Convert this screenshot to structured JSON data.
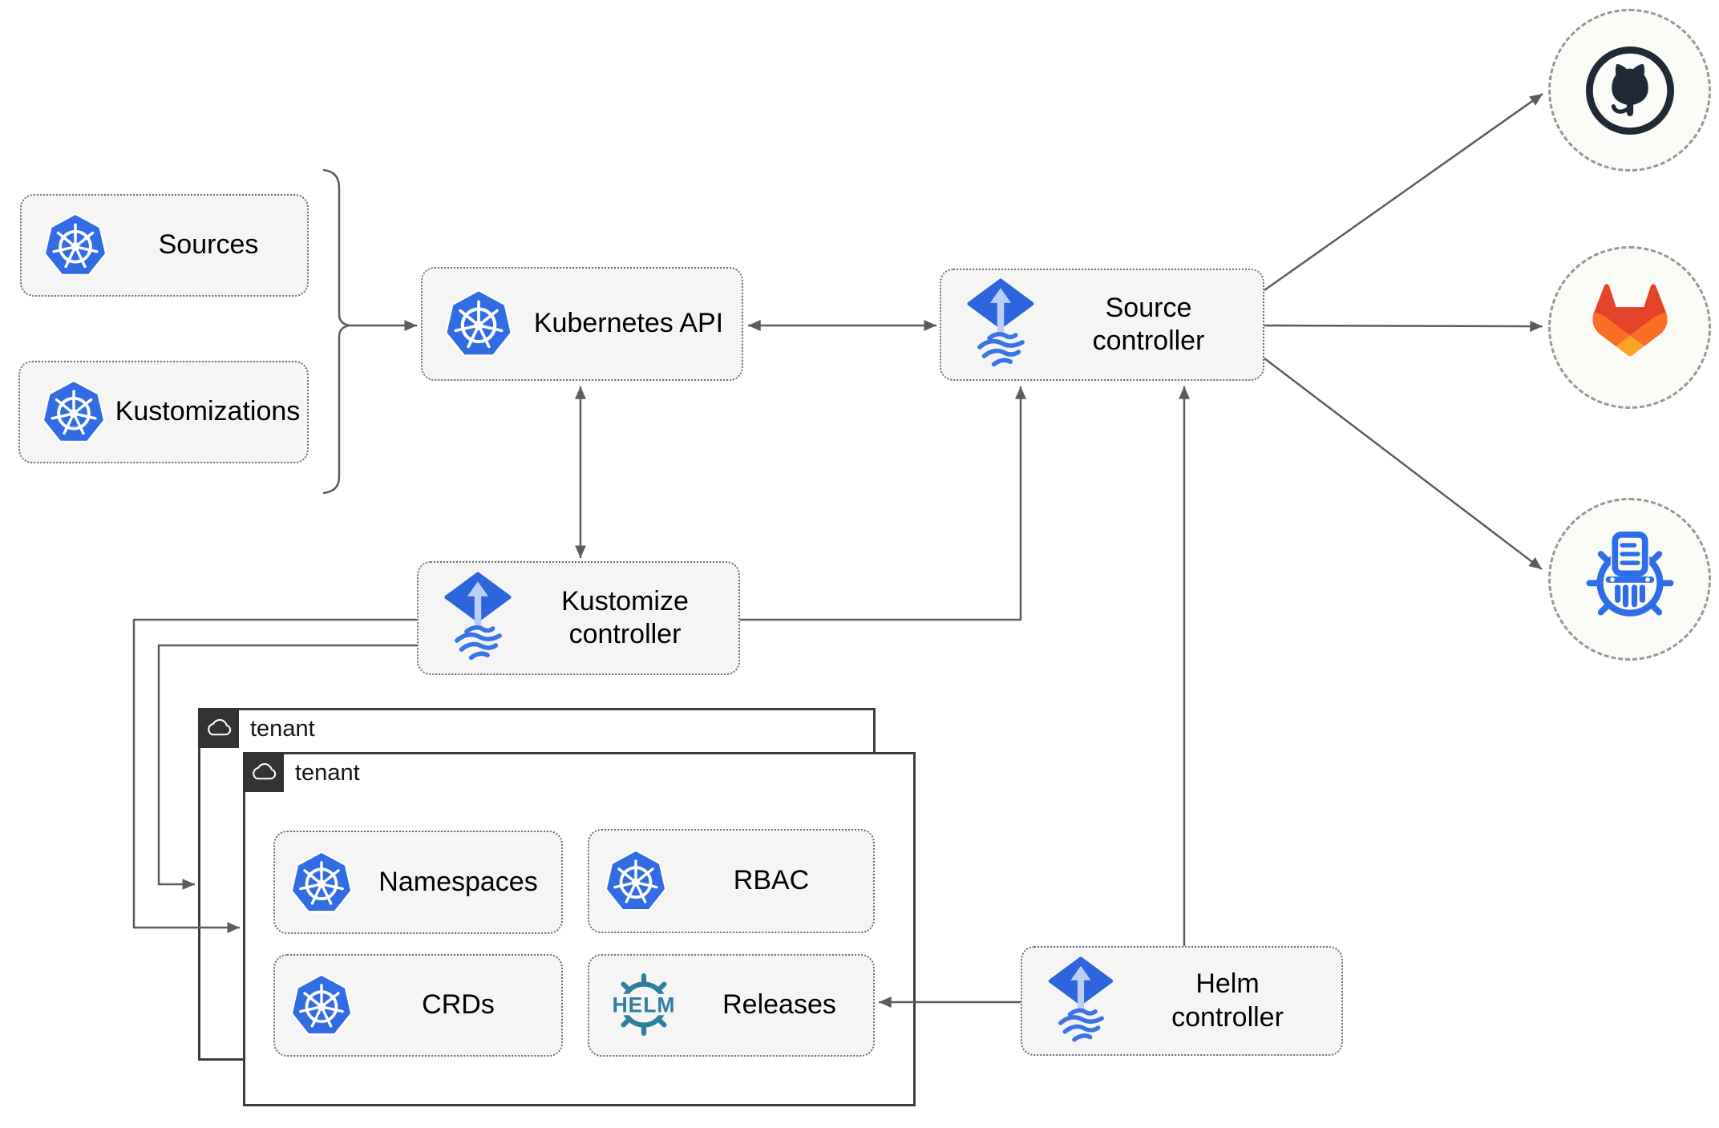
{
  "diagram": {
    "title_hint": "Flux GitOps architecture",
    "nodes": {
      "sources": "Sources",
      "kustomizations": "Kustomizations",
      "kubernetes_api": "Kubernetes API",
      "source_controller": "Source controller",
      "kustomize_controller": "Kustomize controller",
      "helm_controller": "Helm controller",
      "namespaces": "Namespaces",
      "rbac": "RBAC",
      "crds": "CRDs",
      "releases": "Releases"
    },
    "tenants": {
      "back": "tenant",
      "front": "tenant"
    },
    "icons": {
      "kubernetes": "kubernetes-wheel-icon",
      "flux": "flux-diamond-icon",
      "helm_logo_text": "HELM",
      "cloud": "cloud-icon",
      "github": "github-octocat-icon",
      "gitlab": "gitlab-fox-icon",
      "registry": "container-registry-wheel-icon"
    },
    "edges": [
      {
        "from": "sources+kustomizations",
        "to": "kubernetes_api",
        "style": "bracket-arrow"
      },
      {
        "from": "kubernetes_api",
        "to": "source_controller",
        "style": "double-arrow"
      },
      {
        "from": "kubernetes_api",
        "to": "kustomize_controller",
        "style": "double-arrow"
      },
      {
        "from": "kustomize_controller",
        "to": "source_controller",
        "style": "arrow"
      },
      {
        "from": "helm_controller",
        "to": "source_controller",
        "style": "arrow"
      },
      {
        "from": "helm_controller",
        "to": "releases",
        "style": "arrow"
      },
      {
        "from": "kustomize_controller",
        "to": "tenant_front",
        "style": "arrow"
      },
      {
        "from": "kustomize_controller",
        "to": "tenant_back",
        "style": "arrow"
      },
      {
        "from": "source_controller",
        "to": "github",
        "style": "arrow"
      },
      {
        "from": "source_controller",
        "to": "gitlab",
        "style": "arrow"
      },
      {
        "from": "source_controller",
        "to": "registry",
        "style": "arrow"
      }
    ]
  },
  "colors": {
    "node_fill": "#f5f5f5",
    "node_border": "#6f6f6f",
    "connector": "#5c5c5c",
    "kubernetes_blue": "#326ce5",
    "flux_blue": "#2e65dd",
    "flux_light": "#b9d0f4",
    "helm_teal": "#2e7f9e",
    "github_dark": "#1f2a35",
    "gitlab_red": "#e24329",
    "gitlab_orange": "#fc6d26",
    "gitlab_amber": "#fca326",
    "registry_blue": "#2f6de8",
    "tenant_tab": "#333333"
  }
}
